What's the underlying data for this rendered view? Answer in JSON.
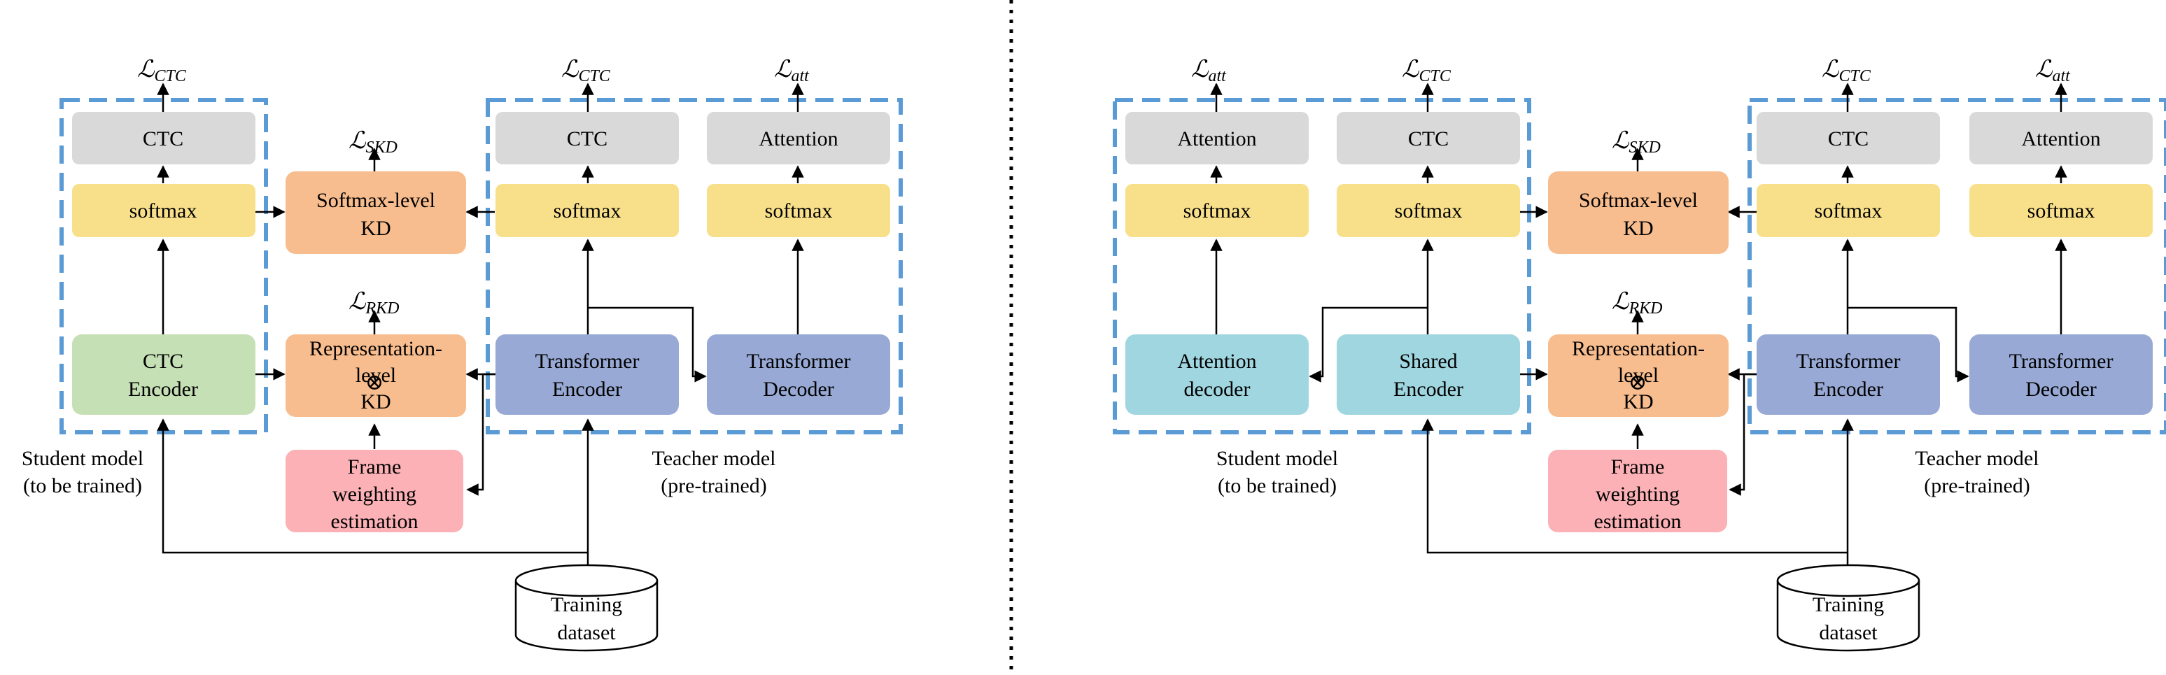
{
  "labels": {
    "ctc": "CTC",
    "attention": "Attention",
    "softmax": "softmax",
    "softmax_kd_l1": "Softmax-level",
    "softmax_kd_l2": "KD",
    "rep_kd_l1": "Representation-",
    "rep_kd_l2": "level",
    "rep_kd_l3": "KD",
    "frame_l1": "Frame",
    "frame_l2": "weighting",
    "frame_l3": "estimation",
    "ctc_enc_l1": "CTC",
    "ctc_enc_l2": "Encoder",
    "trans_enc_l1": "Transformer",
    "trans_enc_l2": "Encoder",
    "trans_dec_l1": "Transformer",
    "trans_dec_l2": "Decoder",
    "att_dec_l1": "Attention",
    "att_dec_l2": "decoder",
    "shared_enc_l1": "Shared",
    "shared_enc_l2": "Encoder",
    "student_l1": "Student model",
    "student_l2": "(to be trained)",
    "teacher_l1": "Teacher model",
    "teacher_l2": "(pre-trained)",
    "dataset_l1": "Training",
    "dataset_l2": "dataset",
    "loss_symbol": "ℒ",
    "loss_ctc": "CTC",
    "loss_att": "att",
    "loss_skd": "SKD",
    "loss_rkd": "RKD",
    "otimes": "⊗"
  },
  "colors": {
    "gray": "#d9d9d9",
    "yellow": "#f8e08a",
    "orange": "#f8bd8e",
    "green": "#c5e0b4",
    "blue": "#97a9d4",
    "teal": "#9fd6e0",
    "pink": "#fbb1b5",
    "dashed_border": "#5b9bd5"
  }
}
